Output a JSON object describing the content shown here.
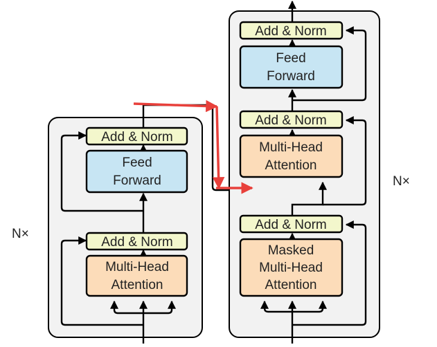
{
  "colors": {
    "block_fill": "#f2f2f2",
    "add_norm_fill": "#f3f7cc",
    "feed_forward_fill": "#c7e5f3",
    "attention_fill": "#fcdcb9",
    "line": "#000000",
    "highlight_arrow": "#e8403b"
  },
  "encoder": {
    "repeat_label": "N×",
    "attention": {
      "line1": "Multi-Head",
      "line2": "Attention"
    },
    "add_norm_1": "Add & Norm",
    "feed_forward": {
      "line1": "Feed",
      "line2": "Forward"
    },
    "add_norm_2": "Add & Norm"
  },
  "decoder": {
    "repeat_label": "N×",
    "masked_attention": {
      "line1": "Masked",
      "line2": "Multi-Head",
      "line3": "Attention"
    },
    "add_norm_1": "Add & Norm",
    "cross_attention": {
      "line1": "Multi-Head",
      "line2": "Attention"
    },
    "add_norm_2": "Add & Norm",
    "feed_forward": {
      "line1": "Feed",
      "line2": "Forward"
    },
    "add_norm_3": "Add & Norm"
  },
  "icons": {
    "flow_arrow": "black-arrowhead",
    "highlight_arrow": "red-arrowhead"
  }
}
